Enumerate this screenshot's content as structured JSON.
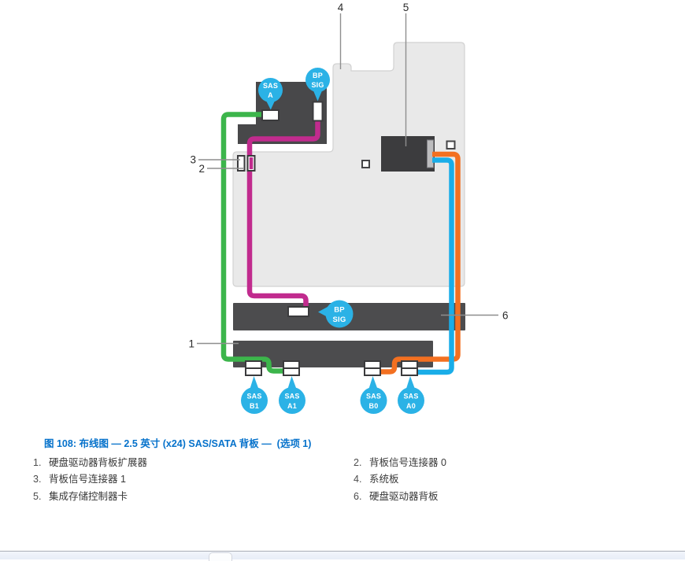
{
  "figure": {
    "caption": "图 108: 布线图 — 2.5 英寸 (x24) SAS/SATA 背板 —  (选项 1)",
    "items": [
      {
        "num": "1.",
        "label": "硬盘驱动器背板扩展器"
      },
      {
        "num": "2.",
        "label": "背板信号连接器 0"
      },
      {
        "num": "3.",
        "label": "背板信号连接器 1"
      },
      {
        "num": "4.",
        "label": "系统板"
      },
      {
        "num": "5.",
        "label": "集成存储控制器卡"
      },
      {
        "num": "6.",
        "label": "硬盘驱动器背板"
      }
    ]
  },
  "diagram": {
    "numbers": {
      "n1": "1",
      "n2": "2",
      "n3": "3",
      "n4": "4",
      "n5": "5",
      "n6": "6"
    },
    "callouts": {
      "sas_a": {
        "line1": "SAS",
        "line2": "A"
      },
      "bp_sig_top": {
        "line1": "BP",
        "line2": "SIG"
      },
      "bp_sig_mid": {
        "line1": "BP",
        "line2": "SIG"
      },
      "sas_b1": {
        "line1": "SAS",
        "line2": "B1"
      },
      "sas_a1": {
        "line1": "SAS",
        "line2": "A1"
      },
      "sas_b0": {
        "line1": "SAS",
        "line2": "B0"
      },
      "sas_a0": {
        "line1": "SAS",
        "line2": "A0"
      }
    },
    "colors": {
      "green_cable": "#3cb54b",
      "magenta_cable": "#c12b8e",
      "orange_cable": "#f37021",
      "cyan_cable": "#1aade8",
      "callout_blue": "#2bb2e6",
      "caption_blue": "#0672cb",
      "board_fill": "#e9e9e9",
      "board_stroke": "#d2d2d2",
      "panel_dark": "#48484a",
      "controller_dark": "#3c3c3e",
      "bar_dark": "#4c4c4e"
    }
  }
}
